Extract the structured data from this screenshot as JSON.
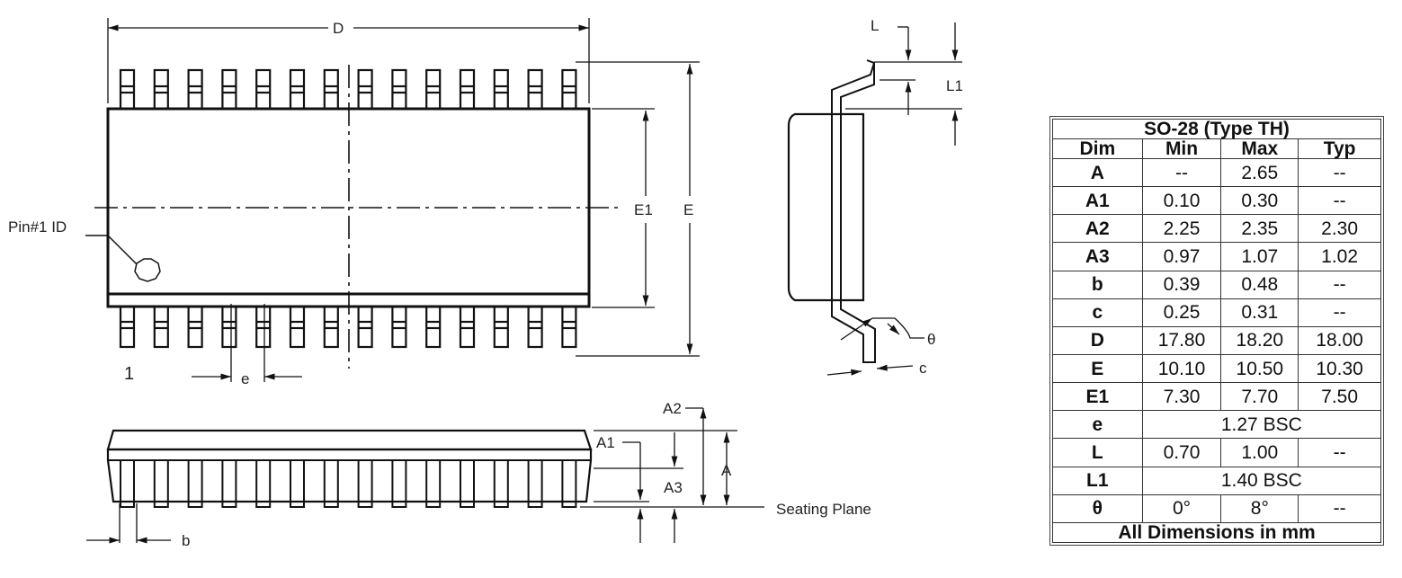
{
  "labels": {
    "D": "D",
    "E1": "E1",
    "E": "E",
    "pin1": "Pin#1 ID",
    "pin_number": "1",
    "e": "e",
    "L": "L",
    "L1": "L1",
    "theta": "θ",
    "c": "c",
    "A2": "A2",
    "A1": "A1",
    "A3": "A3",
    "A": "A",
    "b": "b",
    "seating_plane": "Seating Plane"
  },
  "table": {
    "title": "SO-28 (Type TH)",
    "headers": [
      "Dim",
      "Min",
      "Max",
      "Typ"
    ],
    "rows": [
      {
        "dim": "A",
        "cells": [
          "--",
          "2.65",
          "--"
        ]
      },
      {
        "dim": "A1",
        "cells": [
          "0.10",
          "0.30",
          "--"
        ]
      },
      {
        "dim": "A2",
        "cells": [
          "2.25",
          "2.35",
          "2.30"
        ]
      },
      {
        "dim": "A3",
        "cells": [
          "0.97",
          "1.07",
          "1.02"
        ]
      },
      {
        "dim": "b",
        "cells": [
          "0.39",
          "0.48",
          "--"
        ]
      },
      {
        "dim": "c",
        "cells": [
          "0.25",
          "0.31",
          "--"
        ]
      },
      {
        "dim": "D",
        "cells": [
          "17.80",
          "18.20",
          "18.00"
        ]
      },
      {
        "dim": "E",
        "cells": [
          "10.10",
          "10.50",
          "10.30"
        ]
      },
      {
        "dim": "E1",
        "cells": [
          "7.30",
          "7.70",
          "7.50"
        ]
      },
      {
        "dim": "e",
        "span": "1.27 BSC"
      },
      {
        "dim": "L",
        "cells": [
          "0.70",
          "1.00",
          "--"
        ]
      },
      {
        "dim": "L1",
        "span": "1.40 BSC"
      },
      {
        "dim": "θ",
        "cells": [
          "0°",
          "8°",
          "--"
        ]
      }
    ],
    "footer": "All Dimensions in mm"
  }
}
